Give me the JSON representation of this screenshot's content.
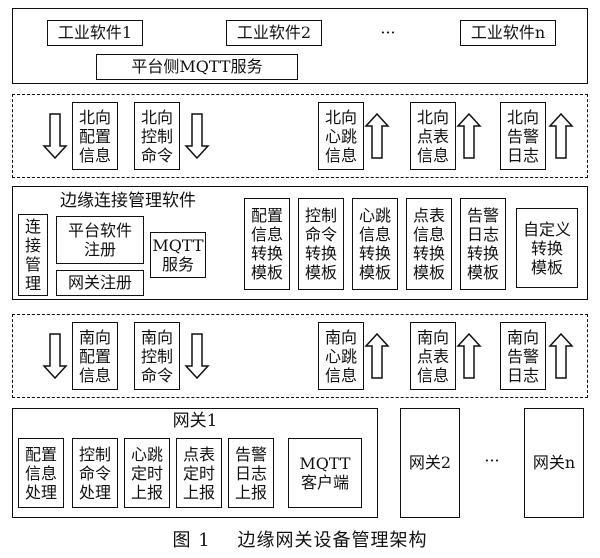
{
  "top": {
    "apps": [
      "工业软件1",
      "工业软件2",
      "工业软件n"
    ],
    "ellipsis": "···",
    "mqtt_service": "平台侧MQTT服务"
  },
  "north_band": {
    "down": [
      "北向\n配置\n信息",
      "北向\n控制\n命令"
    ],
    "up": [
      "北向\n心跳\n信息",
      "北向\n点表\n信息",
      "北向\n告警\n日志"
    ]
  },
  "middle": {
    "title": "边缘连接管理软件",
    "conn_mgmt": "连\n接\n管\n理",
    "platform_reg": "平台软件\n注册",
    "mqtt_service": "MQTT\n服务",
    "gateway_reg": "网关注册",
    "templates": [
      "配置\n信息\n转换\n模板",
      "控制\n命令\n转换\n模板",
      "心跳\n信息\n转换\n模板",
      "点表\n信息\n转换\n模板",
      "告警\n日志\n转换\n模板"
    ],
    "custom_template": "自定义\n转换\n模板"
  },
  "south_band": {
    "down": [
      "南向\n配置\n信息",
      "南向\n控制\n命令"
    ],
    "up": [
      "南向\n心跳\n信息",
      "南向\n点表\n信息",
      "南向\n告警\n日志"
    ]
  },
  "bottom": {
    "gateway1_title": "网关1",
    "modules": [
      "配置\n信息\n处理",
      "控制\n命令\n处理",
      "心跳\n定时\n上报",
      "点表\n定时\n上报",
      "告警\n日志\n上报"
    ],
    "mqtt_client": "MQTT\n客户端",
    "gateway2": "网关2",
    "ellipsis": "···",
    "gatewayn": "网关n"
  },
  "caption": "图 1    边缘网关设备管理架构"
}
